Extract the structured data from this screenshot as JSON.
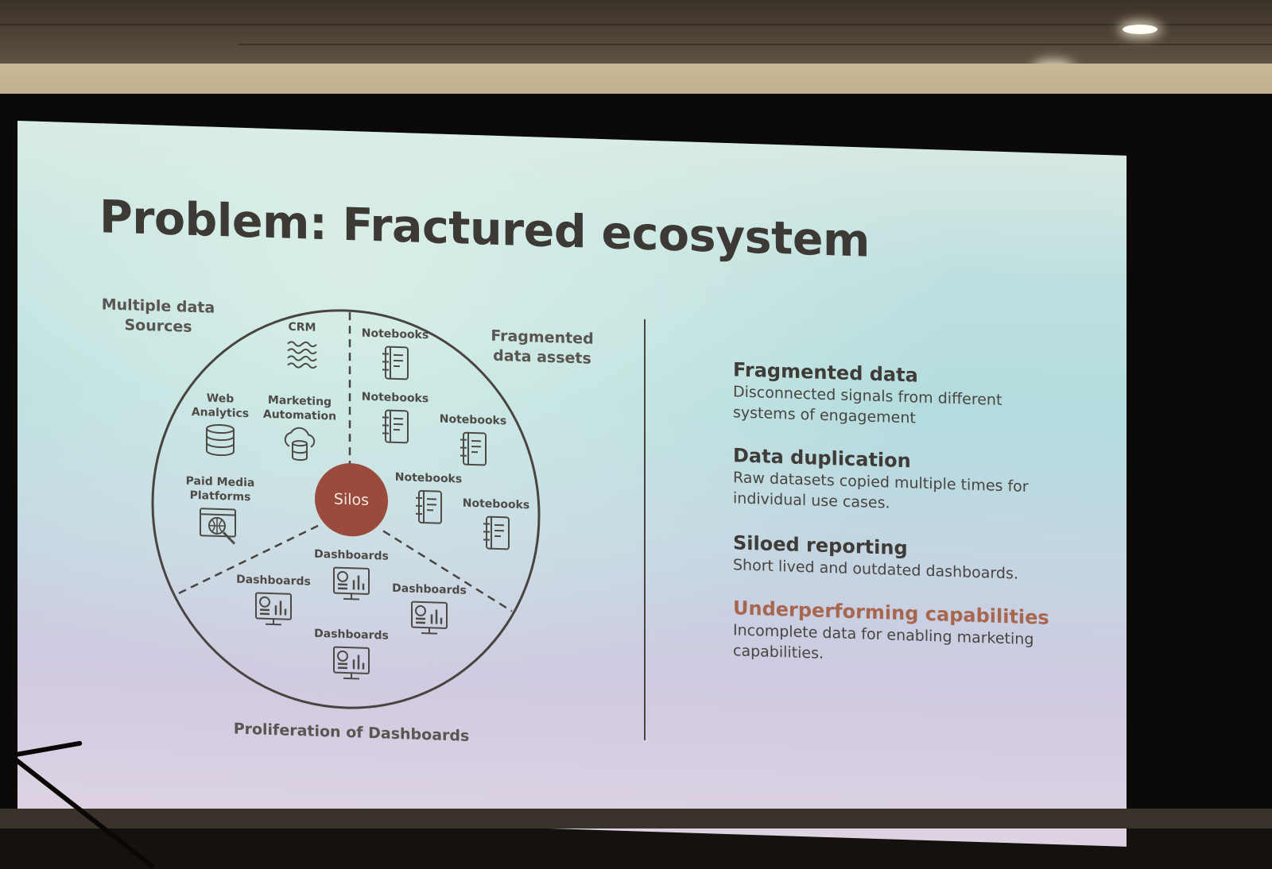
{
  "slide": {
    "title": "Problem: Fractured ecosystem",
    "diagram": {
      "label_sources": "Multiple data\nSources",
      "label_assets": "Fragmented\ndata assets",
      "label_dashboards": "Proliferation of Dashboards",
      "center": "Silos",
      "sources": [
        {
          "label": "CRM",
          "icon": "waves-icon"
        },
        {
          "label": "Web\nAnalytics",
          "icon": "database-icon"
        },
        {
          "label": "Marketing\nAutomation",
          "icon": "cloud-database-icon"
        },
        {
          "label": "Paid Media\nPlatforms",
          "icon": "web-search-icon"
        }
      ],
      "notebooks": [
        "Notebooks",
        "Notebooks",
        "Notebooks",
        "Notebooks",
        "Notebooks"
      ],
      "dashboards": [
        "Dashboards",
        "Dashboards",
        "Dashboards",
        "Dashboards"
      ]
    },
    "points": [
      {
        "title": "Fragmented data",
        "body": "Disconnected signals from different systems of engagement"
      },
      {
        "title": "Data duplication",
        "body": "Raw datasets copied multiple times for individual use cases."
      },
      {
        "title": "Siloed reporting",
        "body": "Short lived and outdated dashboards."
      },
      {
        "title": "Underperforming capabilities",
        "body": "Incomplete data for enabling marketing capabilities."
      }
    ],
    "colors": {
      "accent": "#9a4b3c",
      "title_accent": "#a8664e",
      "text": "#3d3a36"
    }
  }
}
